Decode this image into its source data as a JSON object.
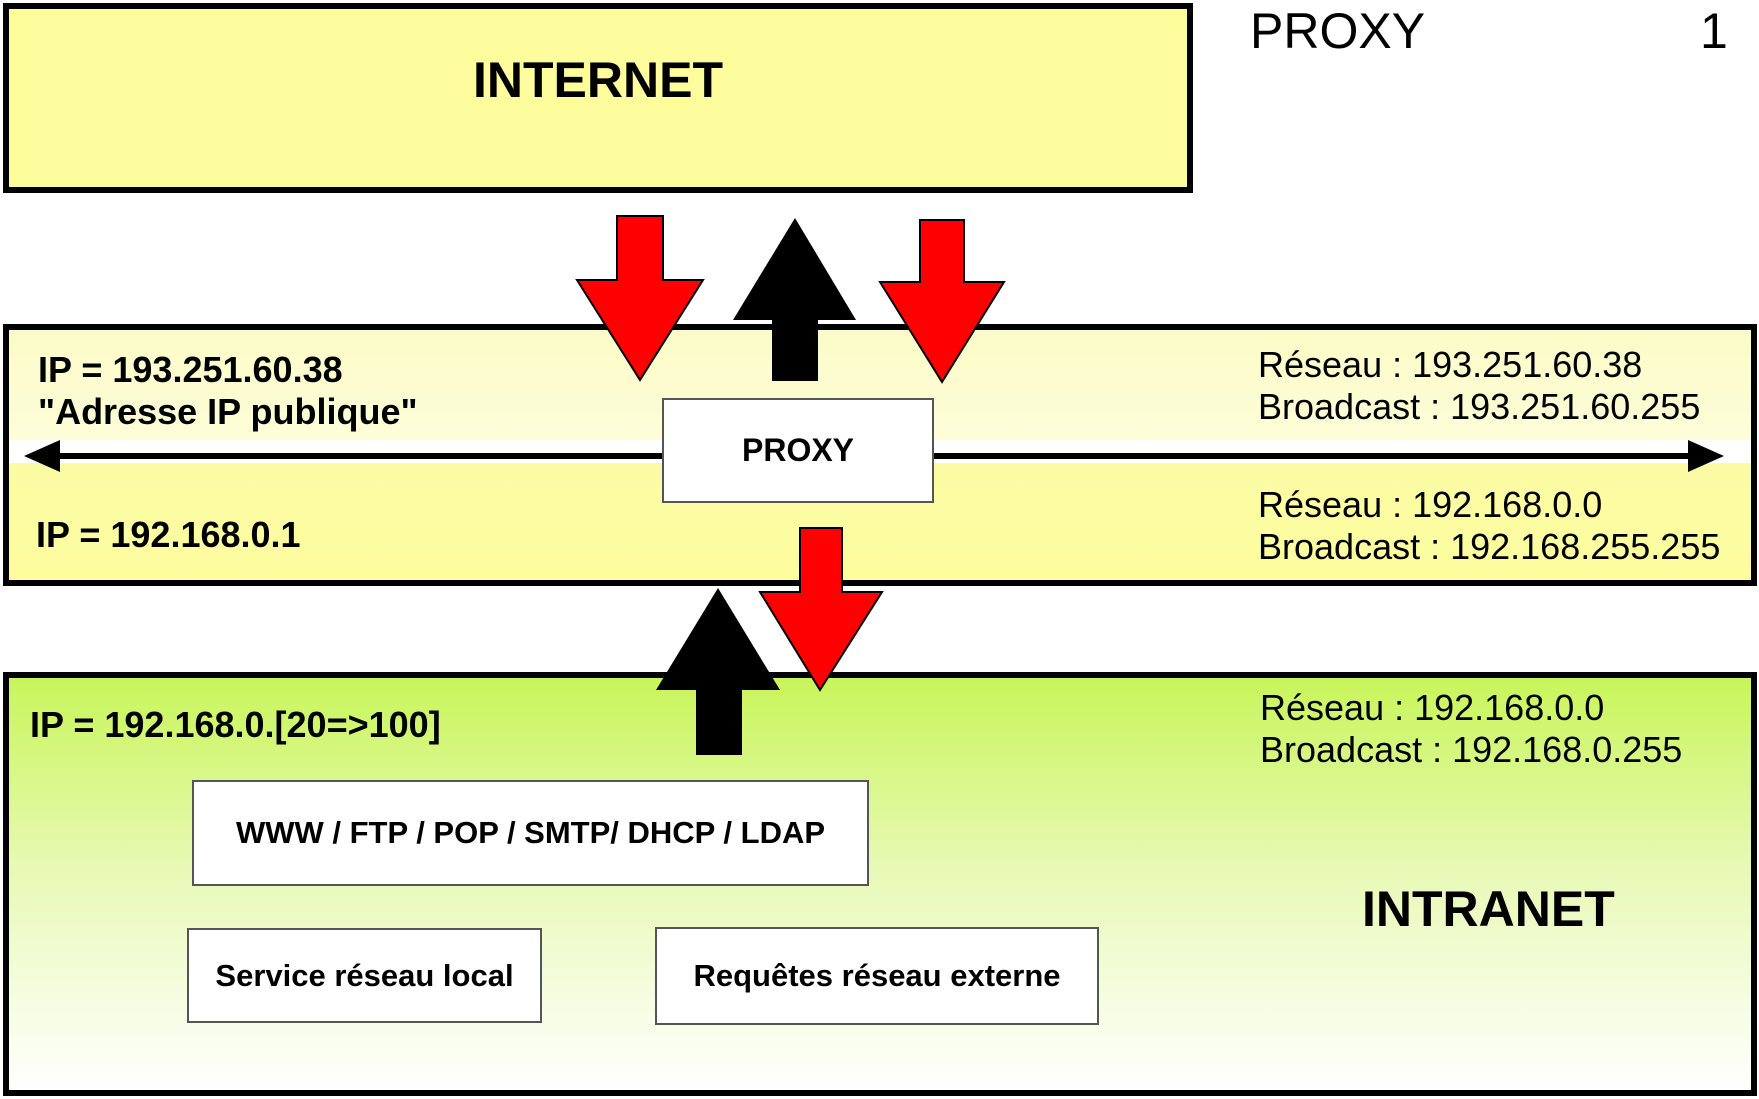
{
  "title": "PROXY",
  "page_number": "1",
  "internet": {
    "label": "INTERNET"
  },
  "proxy_band": {
    "public_ip": "IP = 193.251.60.38",
    "public_ip_note": "\"Adresse IP publique\"",
    "private_ip": "IP = 192.168.0.1",
    "public_network": "Réseau : 193.251.60.38",
    "public_broadcast": "Broadcast : 193.251.60.255",
    "private_network": "Réseau : 192.168.0.0",
    "private_broadcast": "Broadcast : 192.168.255.255",
    "proxy_label": "PROXY"
  },
  "intranet": {
    "label": "INTRANET",
    "ip_range": "IP = 192.168.0.[20=>100]",
    "network": "Réseau : 192.168.0.0",
    "broadcast": "Broadcast : 192.168.0.255",
    "services": "WWW / FTP / POP / SMTP/ DHCP / LDAP",
    "local_service": "Service réseau local",
    "external_requests": "Requêtes réseau externe"
  },
  "colors": {
    "internet_fill": "#fdfd9e",
    "proxy_fill": "#fdfd9e",
    "intranet_fill_top": "#c8f55a",
    "request_arrow": "#ff0000",
    "response_arrow": "#000000"
  }
}
